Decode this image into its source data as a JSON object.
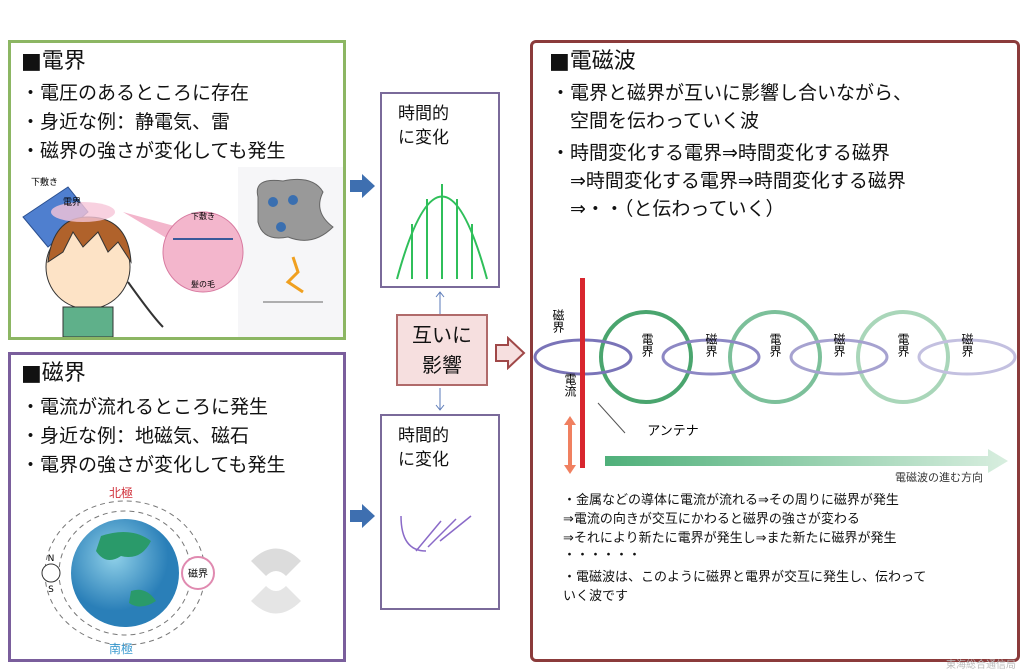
{
  "electric_field": {
    "title": "■電界",
    "bullets": [
      "・電圧のあるところに存在",
      "・身近な例：静電気、雷",
      "・磁界の強さが変化しても発生"
    ],
    "illustration_labels": {
      "sheet": "下敷き",
      "field": "電界",
      "sheet_inset": "下敷き",
      "hair": "髪の毛"
    }
  },
  "magnetic_field": {
    "title": "■磁界",
    "bullets": [
      "・電流が流れるところに発生",
      "・身近な例：地磁気、磁石",
      "・電界の強さが変化しても発生"
    ],
    "illustration_labels": {
      "north": "北極",
      "south": "南極",
      "field": "磁界",
      "compass_n": "N",
      "compass_s": "S"
    }
  },
  "middle": {
    "top_label": "時間的\nに変化",
    "top_label_lines": [
      "時間的",
      "に変化"
    ],
    "bottom_label_lines": [
      "時間的",
      "に変化"
    ],
    "mutual_lines": [
      "互いに",
      "影響"
    ]
  },
  "em_wave": {
    "title": "■電磁波",
    "lines": [
      "・電界と磁界が互いに影響し合いながら、",
      "　空間を伝わっていく波",
      "・時間変化する電界⇒時間変化する磁界",
      "　⇒時間変化する電界⇒時間変化する磁界",
      "　⇒・・（と伝わっていく）"
    ],
    "diagram": {
      "magnetic_label": "磁界",
      "current_label": "電流",
      "antenna_label": "アンテナ",
      "direction_label": "電磁波の進む方向",
      "loop_labels": [
        "電界",
        "磁界",
        "電界",
        "磁界",
        "電界",
        "磁界"
      ]
    },
    "notes": [
      "・金属などの導体に電流が流れる⇒その周りに磁界が発生",
      "⇒電流の向きが交互にかわると磁界の強さが変わる",
      "⇒それにより新たに電界が発生し⇒また新たに磁界が発生",
      "・・・・・・",
      "・電磁波は、このように磁界と電界が交互に発生し、伝わって",
      "いく波です"
    ]
  },
  "watermark": "東海総合通信局",
  "colors": {
    "green": "#8cb663",
    "purple": "#7a5e9c",
    "darkred": "#8b3b3b",
    "blue_arrow": "#3e6fb0",
    "antenna": "#d8262e"
  }
}
